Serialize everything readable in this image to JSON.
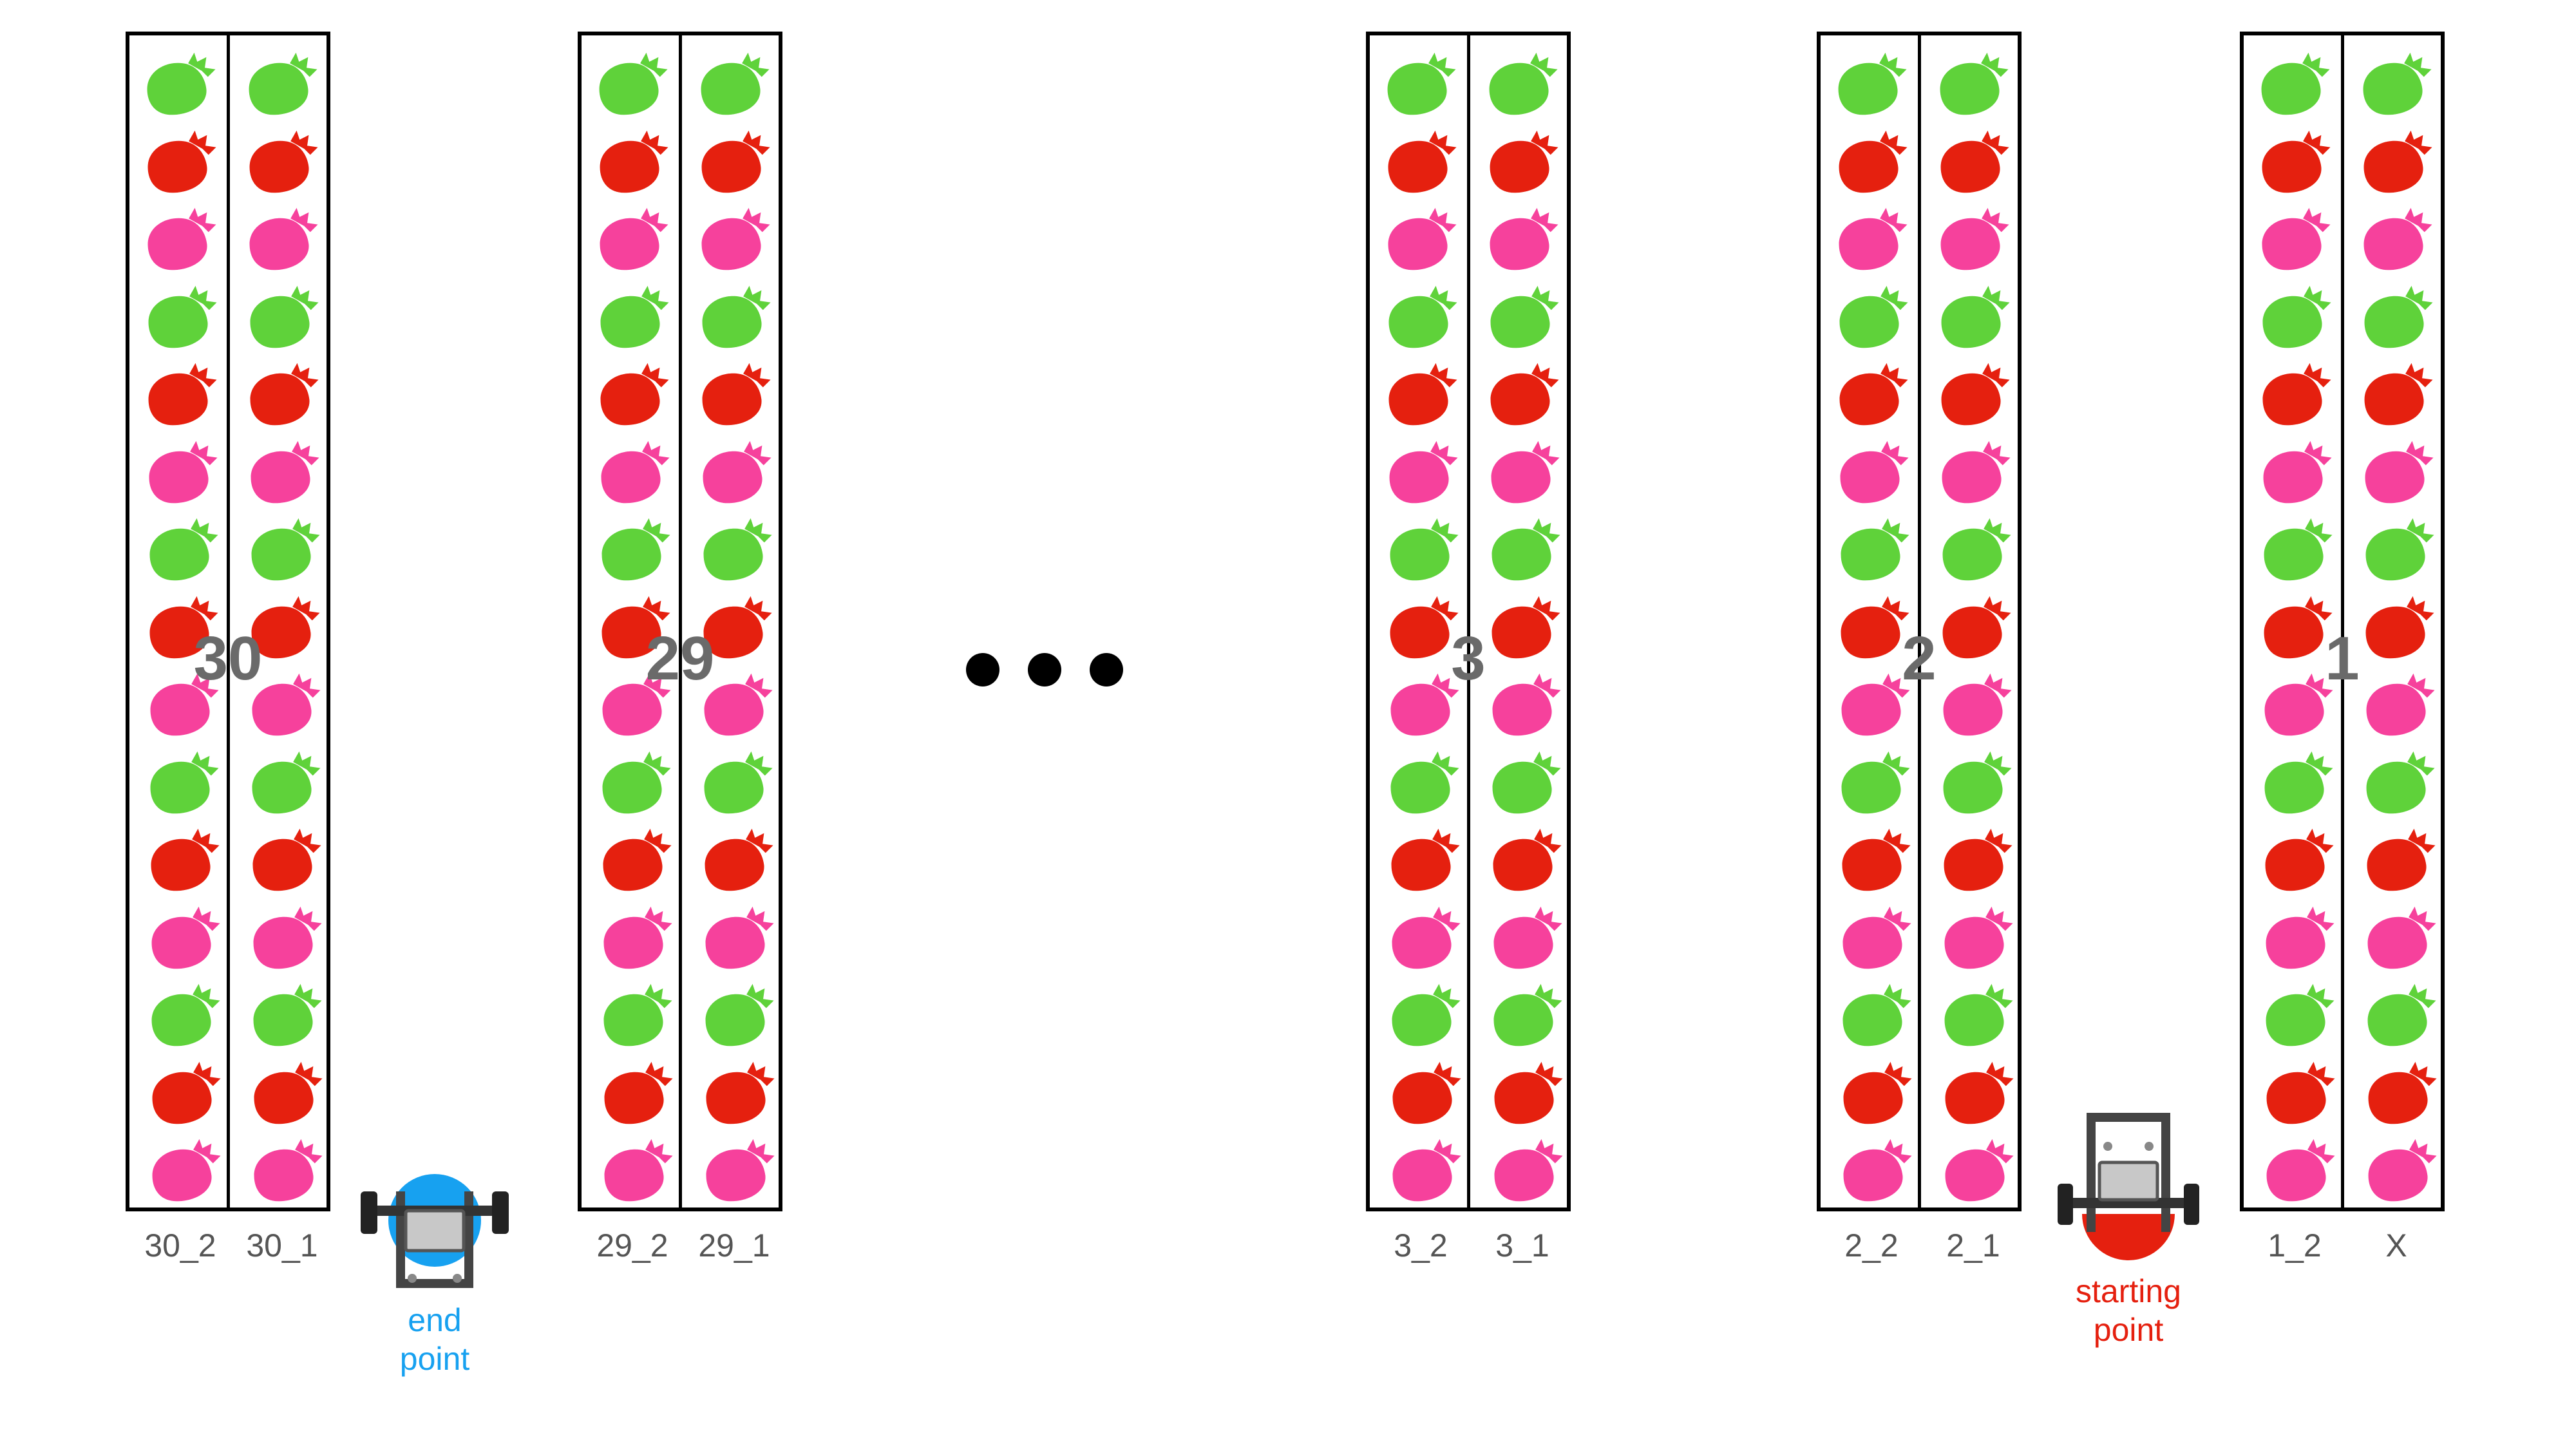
{
  "colors": {
    "green": "#5fd23a",
    "red": "#e5200f",
    "pink": "#f6419c",
    "end_point": "#17a1f0",
    "start_point": "#e5200f",
    "label_gray": "#555555",
    "row_number_gray": "#6a6a6a"
  },
  "icons": {
    "fruit": "strawberry-icon",
    "robot": "robot-cart-icon",
    "ellipsis": "ellipsis-dots"
  },
  "berry_pattern": [
    "green",
    "red",
    "pink"
  ],
  "berries_per_column": 15,
  "rows": [
    {
      "number": "30",
      "labels": [
        "30_2",
        "30_1"
      ]
    },
    {
      "number": "29",
      "labels": [
        "29_2",
        "29_1"
      ]
    },
    {
      "number": "3",
      "labels": [
        "3_2",
        "3_1"
      ]
    },
    {
      "number": "2",
      "labels": [
        "2_2",
        "2_1"
      ]
    },
    {
      "number": "1",
      "labels": [
        "1_2",
        "X"
      ]
    }
  ],
  "ellipsis": "• • •",
  "end_point": {
    "line1": "end",
    "line2": "point"
  },
  "start_point": {
    "line1": "starting",
    "line2": "point"
  }
}
